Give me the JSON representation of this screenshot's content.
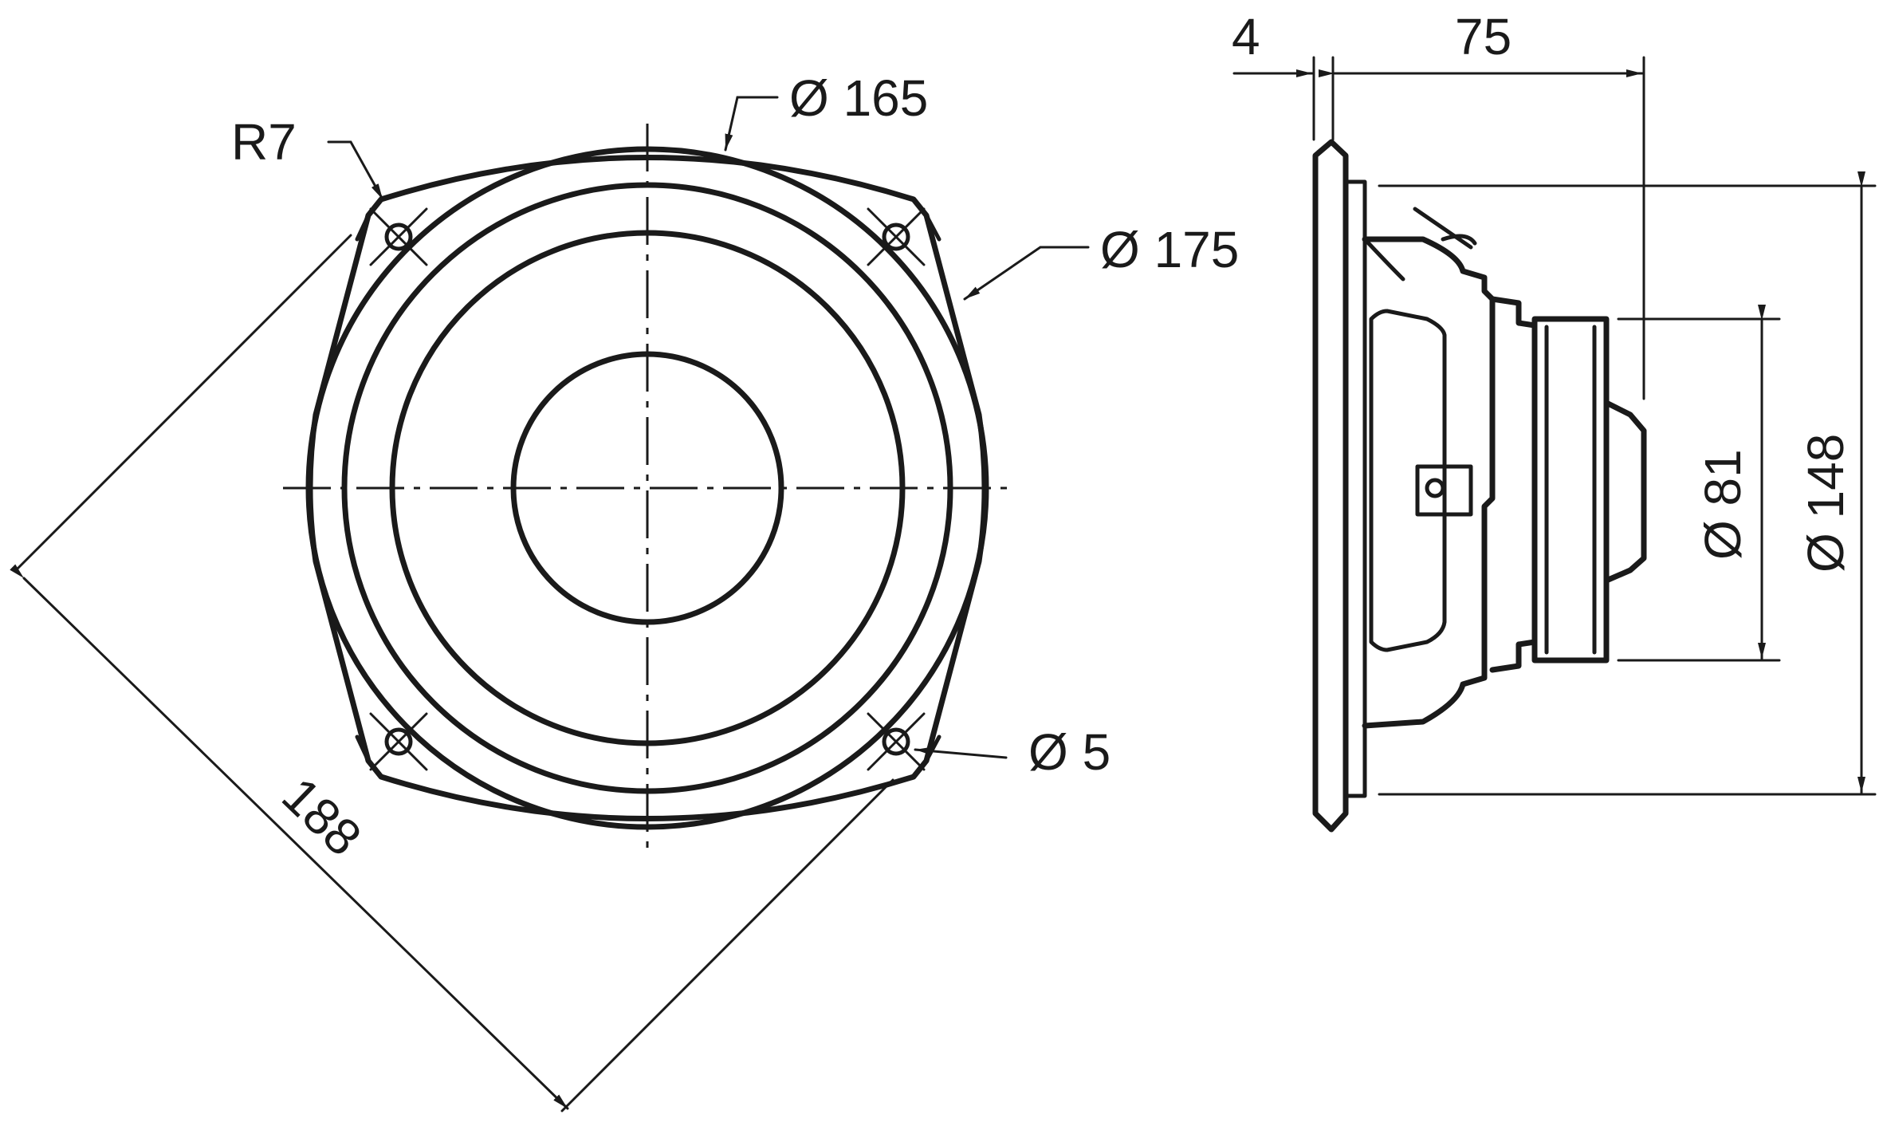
{
  "front_view": {
    "labels": {
      "corner_radius": "R7",
      "cone_diameter": "Ø 165",
      "frame_diameter": "Ø 175",
      "hole_diameter": "Ø 5",
      "diagonal_hole_spacing": "188"
    }
  },
  "side_view": {
    "labels": {
      "flange_thickness": "4",
      "mounting_depth": "75",
      "magnet_diameter": "Ø 81",
      "cutout_diameter": "Ø 148"
    }
  },
  "colors": {
    "line": "#1a1a1a",
    "background": "#ffffff"
  }
}
